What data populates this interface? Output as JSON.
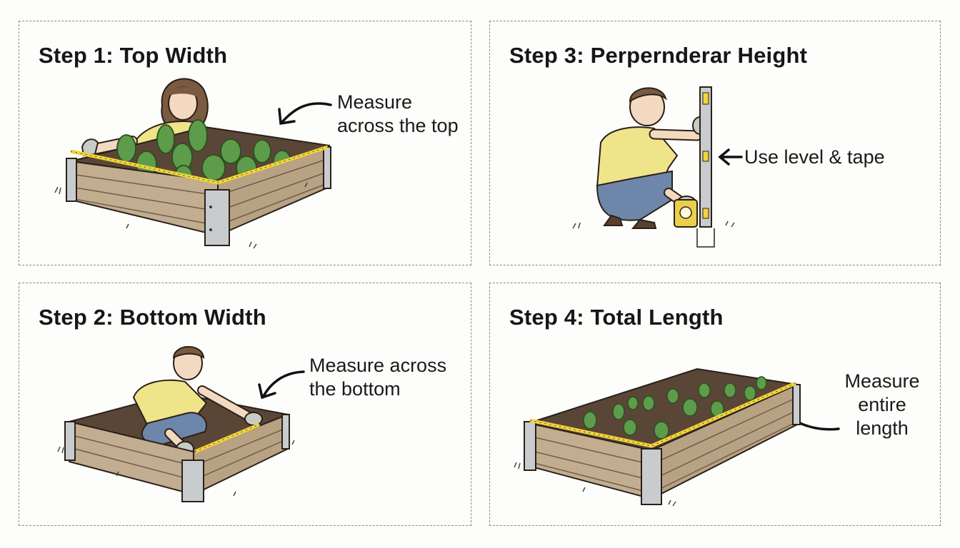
{
  "panels": {
    "step1": {
      "title": "Step 1: Top Width",
      "callout": [
        "Measure",
        "across the top"
      ]
    },
    "step2": {
      "title": "Step 2: Bottom Width",
      "callout": [
        "Measure across",
        "the bottom"
      ]
    },
    "step3": {
      "title": "Step 3: Perpernderar Height",
      "callout": [
        "Use level & tape"
      ]
    },
    "step4": {
      "title": "Step 4: Total Length",
      "callout": [
        "Measure",
        "entire",
        "length"
      ]
    }
  },
  "colors": {
    "wood": "#c2ad90",
    "wood_dark": "#6f5d48",
    "metal": "#c9ccce",
    "tape": "#f1d43a",
    "shirt": "#efe48a",
    "pants": "#6f86ab",
    "leaf": "#5d9c4a",
    "soil": "#4a3b30"
  },
  "icons": [
    "curved-arrow-icon",
    "person-icon",
    "spirit-level-icon",
    "tape-measure-icon",
    "plant-icon"
  ]
}
